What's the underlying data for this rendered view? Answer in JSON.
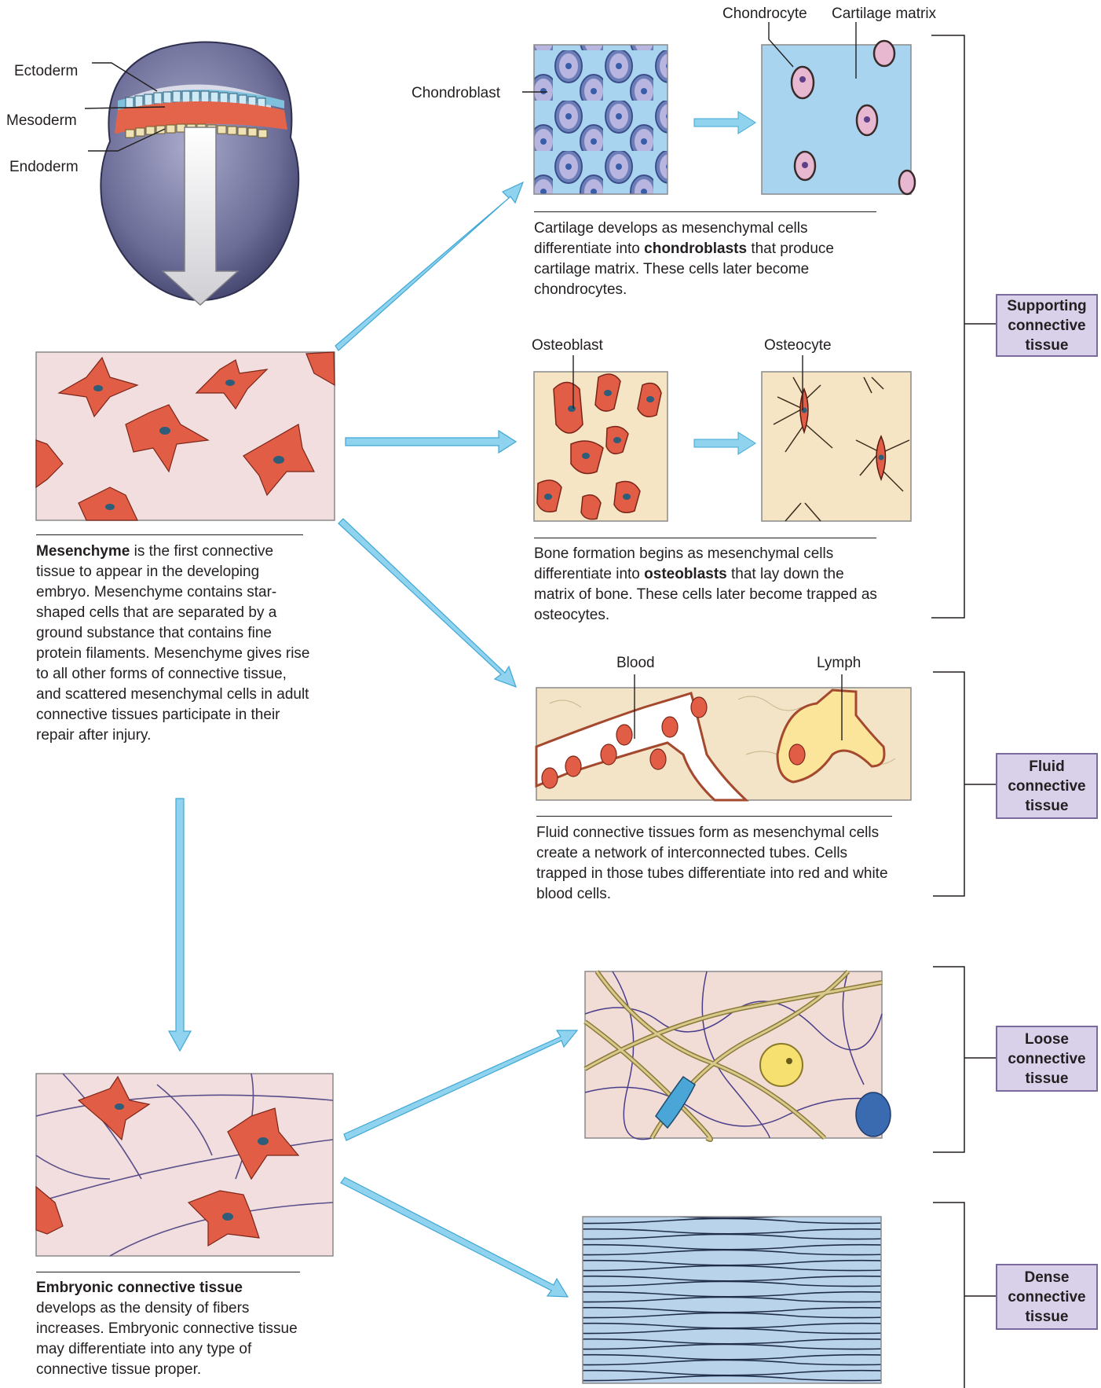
{
  "embryo_labels": {
    "ectoderm": "Ectoderm",
    "mesoderm": "Mesoderm",
    "endoderm": "Endoderm"
  },
  "cartilage": {
    "chondroblast_label": "Chondroblast",
    "chondrocyte_label": "Chondrocyte",
    "matrix_label": "Cartilage matrix",
    "caption_pre": "Cartilage develops as mesenchymal cells differentiate into ",
    "caption_bold": "chondroblasts",
    "caption_post": " that produce cartilage matrix. These cells later become chondrocytes."
  },
  "bone": {
    "osteoblast_label": "Osteoblast",
    "osteocyte_label": "Osteocyte",
    "caption_pre": "Bone formation begins as mesenchymal cells differentiate into ",
    "caption_bold": "osteoblasts",
    "caption_post": " that lay down the matrix of bone. These cells later become trapped as osteocytes."
  },
  "fluid": {
    "blood_label": "Blood",
    "lymph_label": "Lymph",
    "caption": "Fluid connective tissues form as mesenchymal cells create a network of interconnected tubes. Cells trapped in those tubes differentiate into red and white blood cells."
  },
  "mesenchyme": {
    "caption_bold": "Mesenchyme",
    "caption_post": " is the first connective tissue to appear in the developing embryo. Mesenchyme contains star-shaped cells that are separated by a ground substance that contains fine protein filaments. Mesenchyme gives rise to all other forms of connective tissue, and scattered mesenchymal cells in adult connective tissues participate in their repair after injury."
  },
  "embryonic": {
    "caption_bold": "Embryonic connective tissue",
    "caption_post": " develops as the density of fibers increases. Embryonic connective tissue may differentiate into any type of connective tissue proper."
  },
  "categories": {
    "supporting": [
      "Supporting",
      "connective",
      "tissue"
    ],
    "fluid": [
      "Fluid",
      "connective",
      "tissue"
    ],
    "loose": [
      "Loose",
      "connective",
      "tissue"
    ],
    "dense": [
      "Dense",
      "connective",
      "tissue"
    ]
  },
  "colors": {
    "arrow": "#8fd3ee",
    "arrow_stroke": "#3fa7d6",
    "category_fill": "#d9d0ea",
    "cell_red": "#e25d45",
    "cell_nucleus": "#2e5d7a"
  }
}
